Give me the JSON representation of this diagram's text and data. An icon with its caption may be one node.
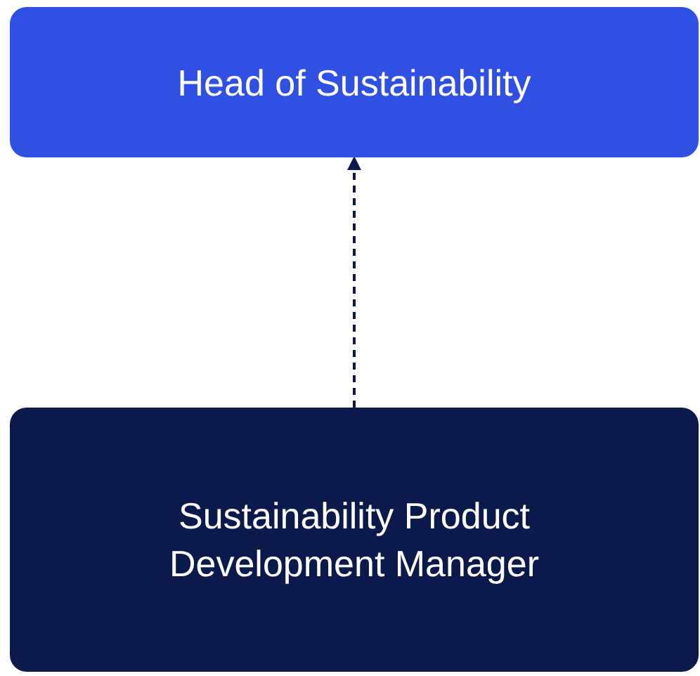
{
  "diagram": {
    "nodes": [
      {
        "text": [
          "Head of Sustainability"
        ]
      },
      {
        "text": [
          "Sustainability Product Development Manager"
        ]
      }
    ],
    "edges": [
      {
        "from": 1,
        "to": 0,
        "arrow": "to",
        "style": "dashed"
      }
    ]
  }
}
